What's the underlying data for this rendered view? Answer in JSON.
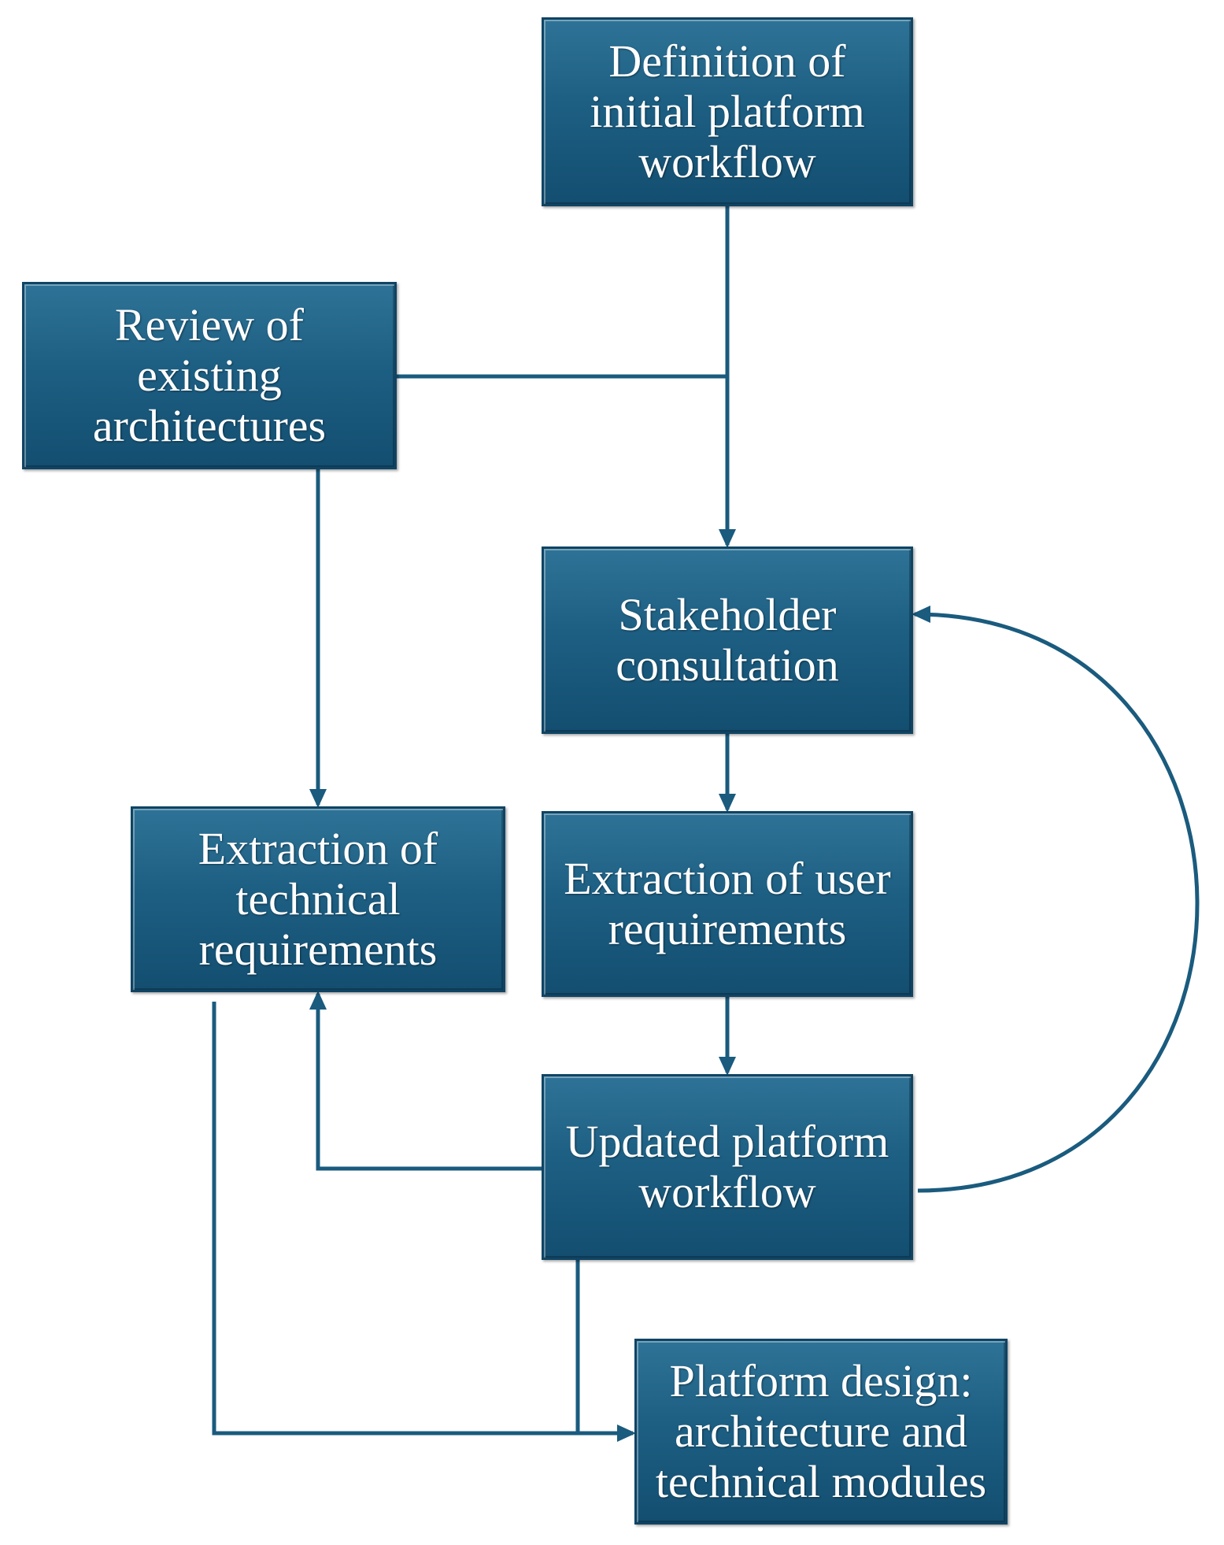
{
  "colors": {
    "box_fill": "#1d5f83",
    "box_border": "#0f4464",
    "connector": "#1a5b7e",
    "text": "#ffffff"
  },
  "nodes": {
    "definition": "Definition of\ninitial platform\nworkflow",
    "review": "Review of\nexisting\narchitectures",
    "stakeholder": "Stakeholder\nconsultation",
    "technical": "Extraction of\ntechnical\nrequirements",
    "user": "Extraction of user\nrequirements",
    "updated": "Updated platform\nworkflow",
    "platform": "Platform design:\narchitecture and\ntechnical modules"
  },
  "edges": [
    {
      "from": "definition",
      "to": "stakeholder"
    },
    {
      "from": "review",
      "to": "stakeholder"
    },
    {
      "from": "review",
      "to": "technical"
    },
    {
      "from": "stakeholder",
      "to": "user"
    },
    {
      "from": "user",
      "to": "updated"
    },
    {
      "from": "updated",
      "to": "technical"
    },
    {
      "from": "updated",
      "to": "stakeholder"
    },
    {
      "from": "technical",
      "to": "platform"
    },
    {
      "from": "updated",
      "to": "platform"
    }
  ]
}
